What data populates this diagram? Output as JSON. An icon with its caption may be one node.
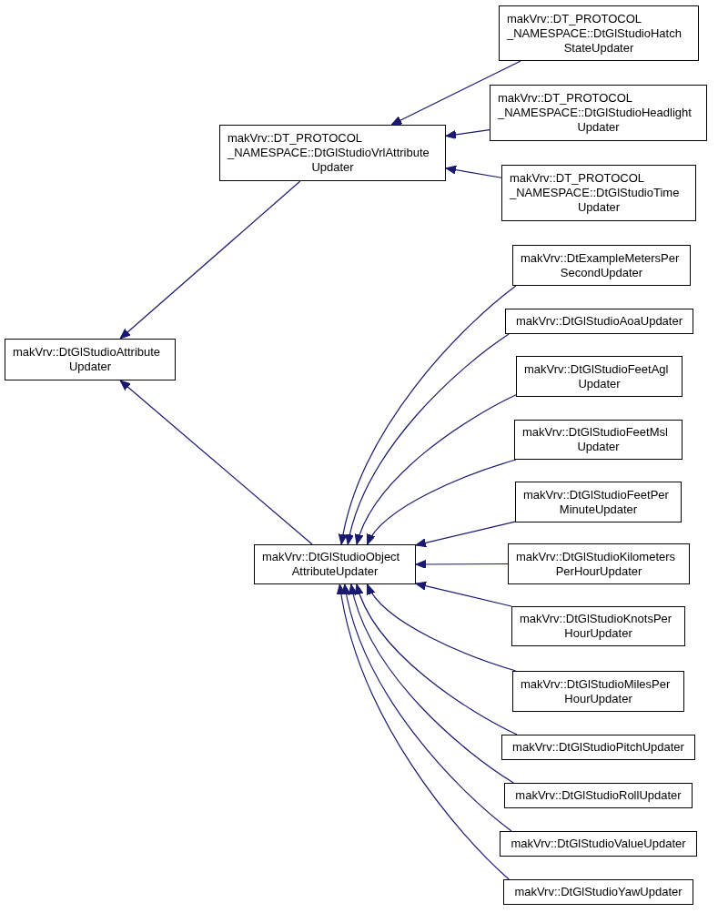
{
  "diagram": {
    "nodes": [
      {
        "text": [
          "makVrv::DtGlStudioAttribute Updater"
        ]
      },
      {
        "text": [
          "makVrv::DT_PROTOCOL _NAMESPACE::DtGlStudioVrlAttribute Updater"
        ]
      },
      {
        "text": [
          "makVrv::DT_PROTOCOL _NAMESPACE::DtGlStudioHatch StateUpdater"
        ]
      },
      {
        "text": [
          "makVrv::DT_PROTOCOL _NAMESPACE::DtGlStudioHeadlight Updater"
        ]
      },
      {
        "text": [
          "makVrv::DT_PROTOCOL _NAMESPACE::DtGlStudioTime Updater"
        ]
      },
      {
        "text": [
          "makVrv::DtGlStudioObject AttributeUpdater"
        ]
      },
      {
        "text": [
          "makVrv::DtExampleMetersPer SecondUpdater"
        ]
      },
      {
        "text": [
          "makVrv::DtGlStudioAoaUpdater"
        ]
      },
      {
        "text": [
          "makVrv::DtGlStudioFeetAgl Updater"
        ]
      },
      {
        "text": [
          "makVrv::DtGlStudioFeetMsl Updater"
        ]
      },
      {
        "text": [
          "makVrv::DtGlStudioFeetPer MinuteUpdater"
        ]
      },
      {
        "text": [
          "makVrv::DtGlStudioKilometers PerHourUpdater"
        ]
      },
      {
        "text": [
          "makVrv::DtGlStudioKnotsPer HourUpdater"
        ]
      },
      {
        "text": [
          "makVrv::DtGlStudioMilesPer HourUpdater"
        ]
      },
      {
        "text": [
          "makVrv::DtGlStudioPitchUpdater"
        ]
      },
      {
        "text": [
          "makVrv::DtGlStudioRollUpdater"
        ]
      },
      {
        "text": [
          "makVrv::DtGlStudioValueUpdater"
        ]
      },
      {
        "text": [
          "makVrv::DtGlStudioYawUpdater"
        ]
      }
    ],
    "edges": [
      {
        "from": 1,
        "to": 0,
        "arrow": "to"
      },
      {
        "from": 5,
        "to": 0,
        "arrow": "to"
      },
      {
        "from": 2,
        "to": 1,
        "arrow": "to"
      },
      {
        "from": 3,
        "to": 1,
        "arrow": "to"
      },
      {
        "from": 4,
        "to": 1,
        "arrow": "to"
      },
      {
        "from": 6,
        "to": 5,
        "arrow": "to"
      },
      {
        "from": 7,
        "to": 5,
        "arrow": "to"
      },
      {
        "from": 8,
        "to": 5,
        "arrow": "to"
      },
      {
        "from": 9,
        "to": 5,
        "arrow": "to"
      },
      {
        "from": 10,
        "to": 5,
        "arrow": "to"
      },
      {
        "from": 11,
        "to": 5,
        "arrow": "to"
      },
      {
        "from": 12,
        "to": 5,
        "arrow": "to"
      },
      {
        "from": 13,
        "to": 5,
        "arrow": "to"
      },
      {
        "from": 14,
        "to": 5,
        "arrow": "to"
      },
      {
        "from": 15,
        "to": 5,
        "arrow": "to"
      },
      {
        "from": 16,
        "to": 5,
        "arrow": "to"
      },
      {
        "from": 17,
        "to": 5,
        "arrow": "to"
      }
    ]
  }
}
